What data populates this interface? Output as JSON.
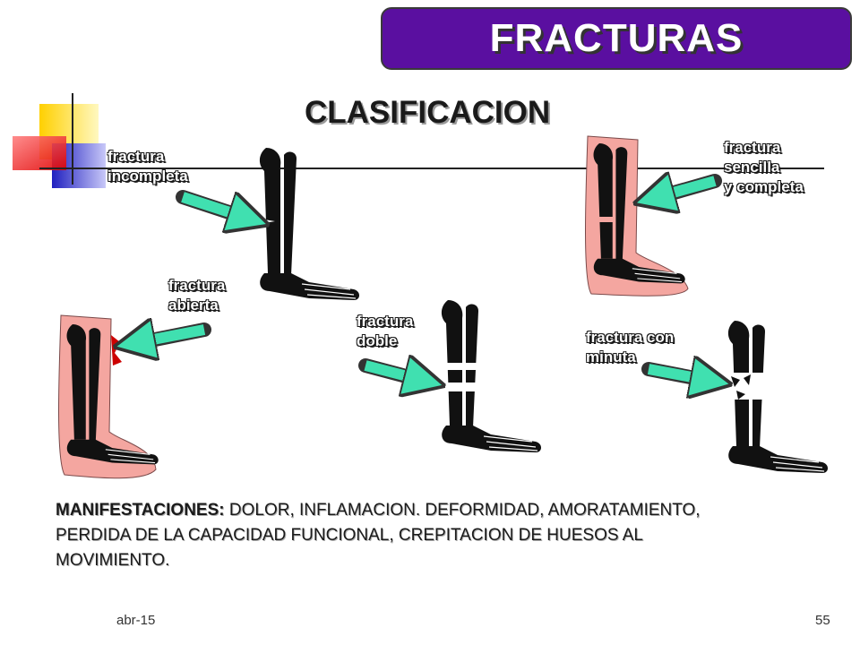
{
  "header": {
    "title": "FRACTURAS"
  },
  "slide": {
    "subtitle": "CLASIFICACION"
  },
  "labels": {
    "incompleta": [
      "fractura",
      "incompleta"
    ],
    "sencilla": [
      "fractura",
      "sencilla",
      "y completa"
    ],
    "abierta": [
      "fractura",
      "abierta"
    ],
    "doble": [
      "fractura",
      "doble"
    ],
    "conminuta": [
      "fractura con",
      "minuta"
    ]
  },
  "manifestations": {
    "heading": "MANIFESTACIONES:",
    "text": " DOLOR, INFLAMACION. DEFORMIDAD, AMORATAMIENTO, PERDIDA DE LA CAPACIDAD FUNCIONAL, CREPITACION DE HUESOS AL MOVIMIENTO."
  },
  "footer": {
    "date": "abr-15",
    "page": "55"
  },
  "colors": {
    "title_bg": "#5a0fa0",
    "arrow": "#40e0b0",
    "skin": "#f4a6a0",
    "bone": "#111111",
    "wound": "#cc0000"
  }
}
